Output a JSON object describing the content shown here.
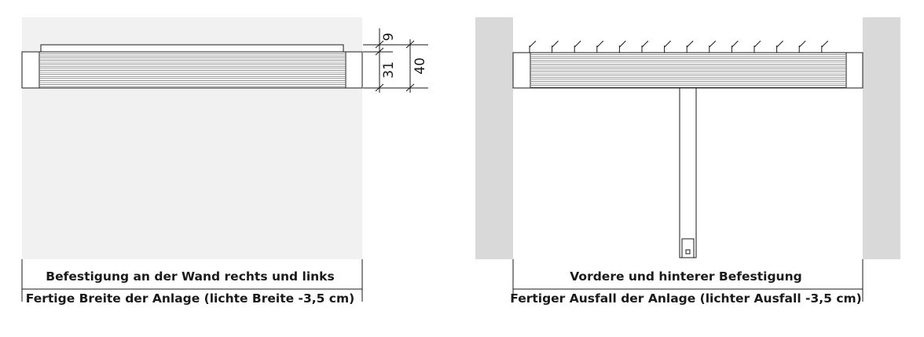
{
  "left_panel": {
    "dimensions": {
      "top": "9",
      "middle": "31",
      "total": "40"
    },
    "caption": "Befestigung an der Wand rechts und links",
    "width_label": "Fertige Breite der Anlage (lichte Breite -3,5 cm)"
  },
  "right_panel": {
    "caption": "Vordere und hinterer Befestigung",
    "width_label": "Fertiger Ausfall der Anlage (lichter Ausfall -3,5 cm)"
  },
  "colors": {
    "wall_light": "#f1f1f1",
    "wall_dark": "#d9d9d9",
    "line": "#1a1a1a",
    "background": "#ffffff"
  }
}
